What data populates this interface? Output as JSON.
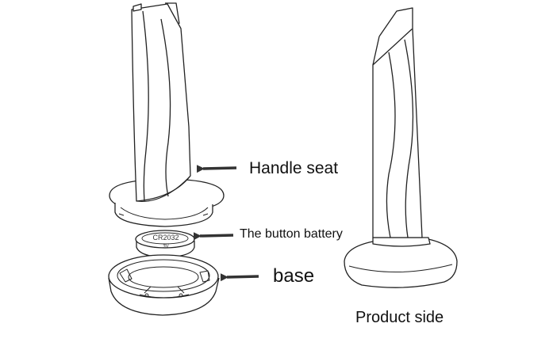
{
  "labels": {
    "handle_seat": "Handle seat",
    "button_battery": "The button battery",
    "base": "base",
    "product_side": "Product side"
  },
  "battery_markings": {
    "model": "CR2032",
    "voltage": "3V"
  },
  "colors": {
    "line": "#222222",
    "arrow": "#333333",
    "text": "#111111",
    "background": "#ffffff"
  }
}
